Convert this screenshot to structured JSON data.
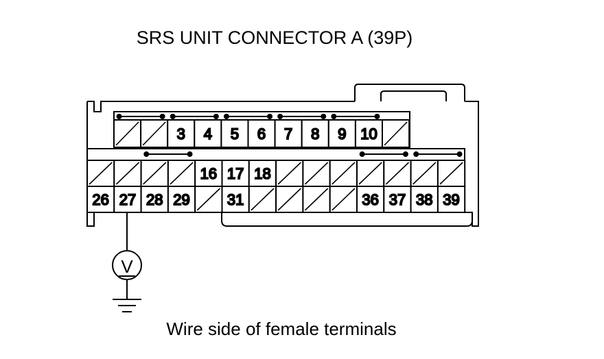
{
  "title": "SRS UNIT CONNECTOR A (39P)",
  "caption": "Wire side of female terminals",
  "meter_symbol": "V",
  "connector": {
    "row1": [
      "",
      "",
      "3",
      "4",
      "5",
      "6",
      "7",
      "8",
      "9",
      "10",
      ""
    ],
    "row2": [
      "",
      "",
      "",
      "",
      "16",
      "17",
      "18",
      "",
      "",
      "",
      "",
      "",
      "",
      "",
      ""
    ],
    "row3": [
      "26",
      "27",
      "28",
      "29",
      "",
      "31",
      "",
      "",
      "",
      "",
      "36",
      "37",
      "38",
      "39"
    ]
  },
  "icons": [
    "voltmeter-icon",
    "ground-icon"
  ]
}
